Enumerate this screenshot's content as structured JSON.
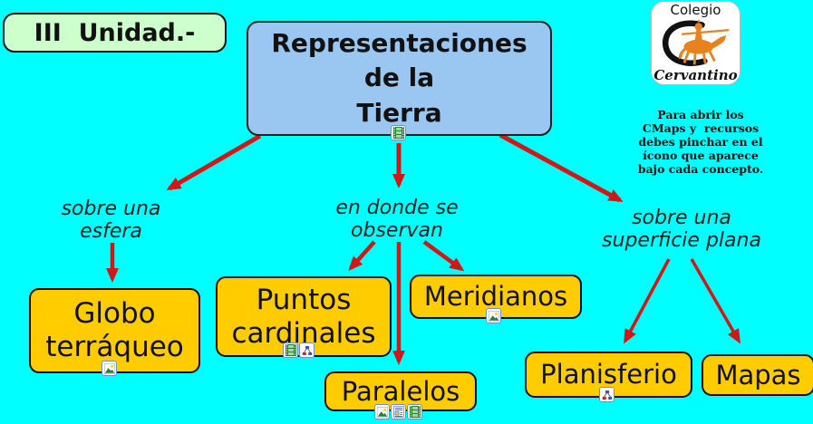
{
  "colors": {
    "background": "#00FFFF",
    "root_fill": "#9AC6F2",
    "node_fill": "#FFCC00",
    "badge_fill": "#CCFFCC",
    "arrow": "#D01818"
  },
  "unit_badge": {
    "label": "III  Unidad.-"
  },
  "root": {
    "line1": "Representaciones",
    "line2": "de la",
    "line3": "Tierra",
    "icons": [
      "film-icon"
    ]
  },
  "logo": {
    "school": "Colegio",
    "name": "Cervantino",
    "emblem": "don-quixote-on-horseback"
  },
  "note": {
    "line1": "Para abrir los",
    "line2": "CMaps y  recursos",
    "line3": "debes pinchar en el",
    "line4": "ícono que aparece",
    "line5": "bajo cada concepto."
  },
  "links": {
    "esfera": {
      "line1": "sobre una",
      "line2": "esfera"
    },
    "observan": {
      "line1": "en donde se",
      "line2": "observan"
    },
    "plana": {
      "line1": "sobre una",
      "line2": "superficie plana"
    }
  },
  "nodes": {
    "globo": {
      "line1": "Globo",
      "line2": "terráqueo",
      "icons": [
        "image-icon"
      ]
    },
    "puntos": {
      "line1": "Puntos",
      "line2": "cardinales",
      "icons": [
        "film-icon",
        "cmap-icon"
      ]
    },
    "meridianos": {
      "label": "Meridianos",
      "icons": [
        "image-icon"
      ]
    },
    "paralelos": {
      "label": "Paralelos",
      "icons": [
        "image-icon",
        "document-icon",
        "film-icon"
      ]
    },
    "planisferio": {
      "label": "Planisferio",
      "icons": [
        "cmap-icon"
      ]
    },
    "mapas": {
      "label": "Mapas",
      "icons": []
    }
  }
}
